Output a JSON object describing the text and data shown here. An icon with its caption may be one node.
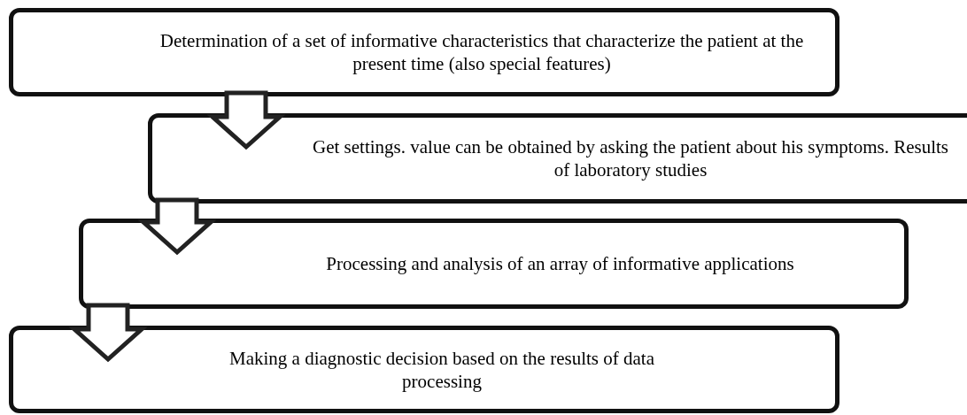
{
  "diagram": {
    "nodes": [
      {
        "text": [
          "Determination of a set of informative characteristics that characterize the patient at the present time (also special features)"
        ]
      },
      {
        "text": [
          "Get settings. value can be obtained by asking the patient about his symptoms. Results of laboratory studies"
        ]
      },
      {
        "text": [
          "Processing and analysis of an array of informative applications"
        ]
      },
      {
        "text": [
          "Making a diagnostic decision based on the results of data processing"
        ]
      }
    ],
    "edges": [
      {
        "from": 0,
        "to": 1,
        "arrow": "to"
      },
      {
        "from": 1,
        "to": 2,
        "arrow": "to"
      },
      {
        "from": 2,
        "to": 3,
        "arrow": "to"
      }
    ]
  }
}
